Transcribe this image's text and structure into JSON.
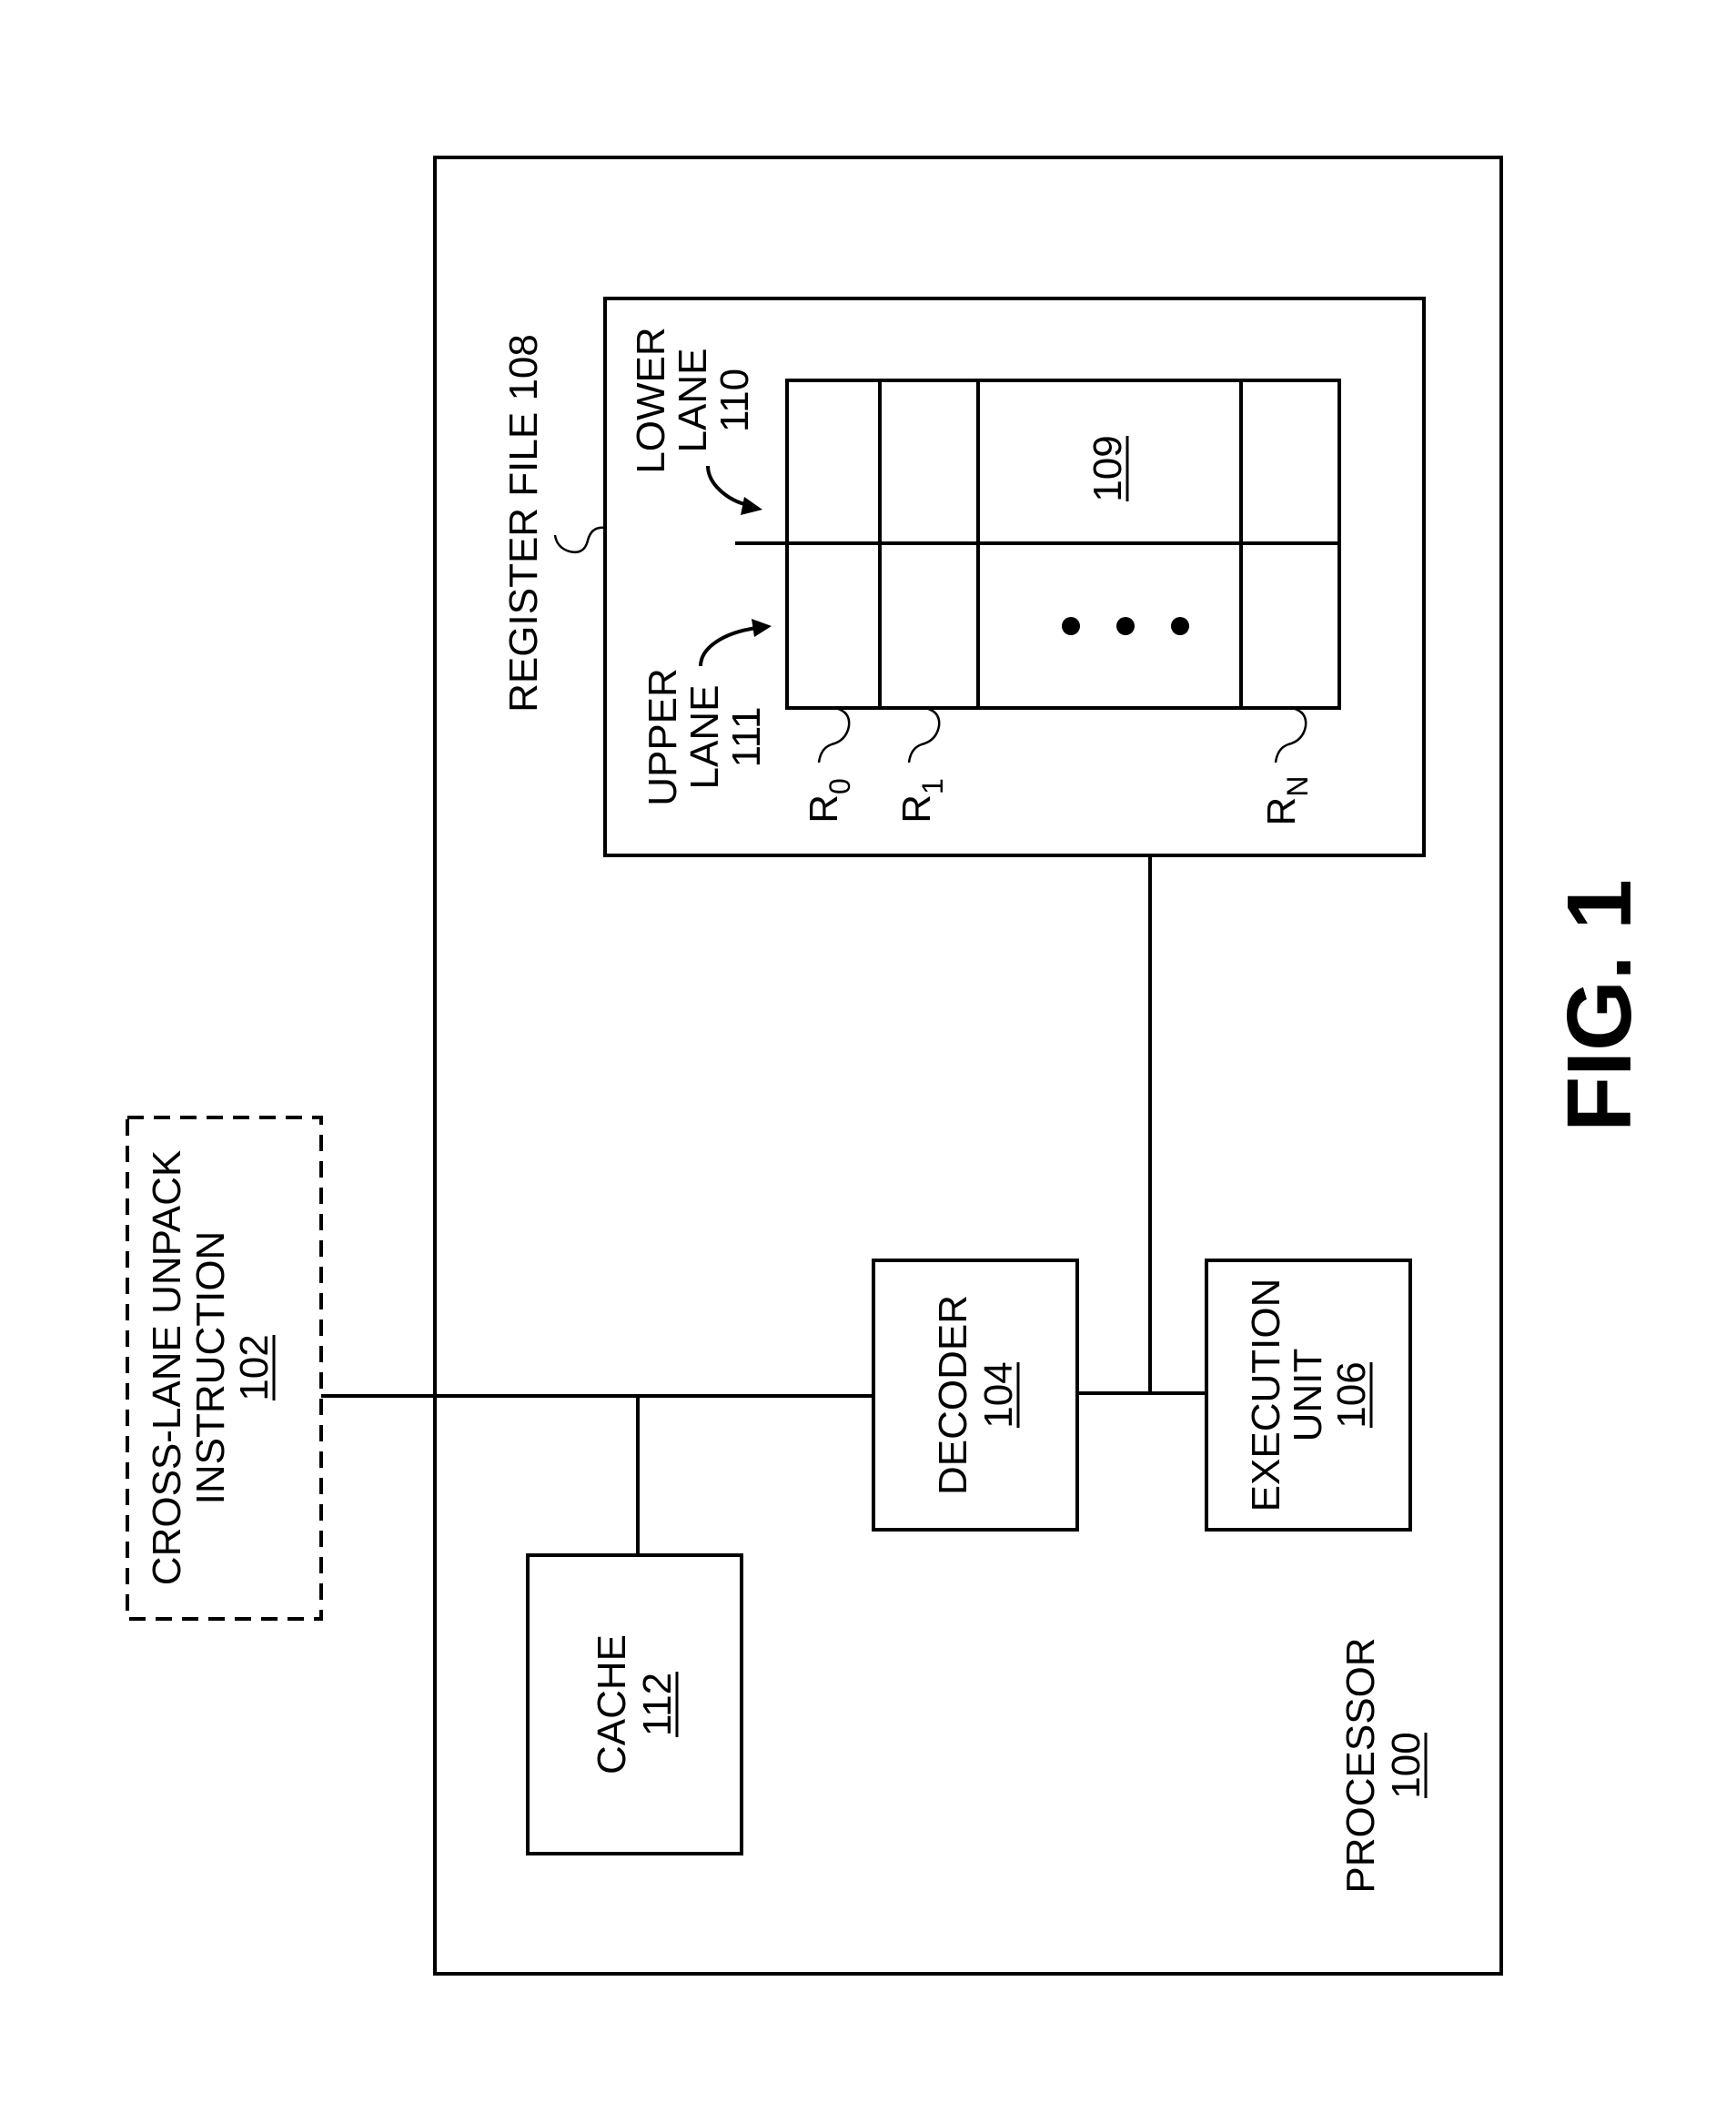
{
  "figure_label": "FIG. 1",
  "instruction": {
    "line1": "CROSS-LANE UNPACK",
    "line2": "INSTRUCTION",
    "ref": "102"
  },
  "processor": {
    "name": "PROCESSOR",
    "ref": "100"
  },
  "cache": {
    "name": "CACHE",
    "ref": "112"
  },
  "decoder": {
    "name": "DECODER",
    "ref": "104"
  },
  "execution_unit": {
    "line1": "EXECUTION",
    "line2": "UNIT",
    "ref": "106"
  },
  "register_file": {
    "name": "REGISTER FILE 108",
    "upper_lane": {
      "line1": "UPPER",
      "line2": "LANE",
      "ref": "111"
    },
    "lower_lane": {
      "line1": "LOWER",
      "line2": "LANE",
      "ref": "110"
    },
    "element_ref": "109",
    "registers": [
      {
        "base": "R",
        "sub": "0"
      },
      {
        "base": "R",
        "sub": "1"
      },
      {
        "base": "R",
        "sub": "N"
      }
    ]
  }
}
